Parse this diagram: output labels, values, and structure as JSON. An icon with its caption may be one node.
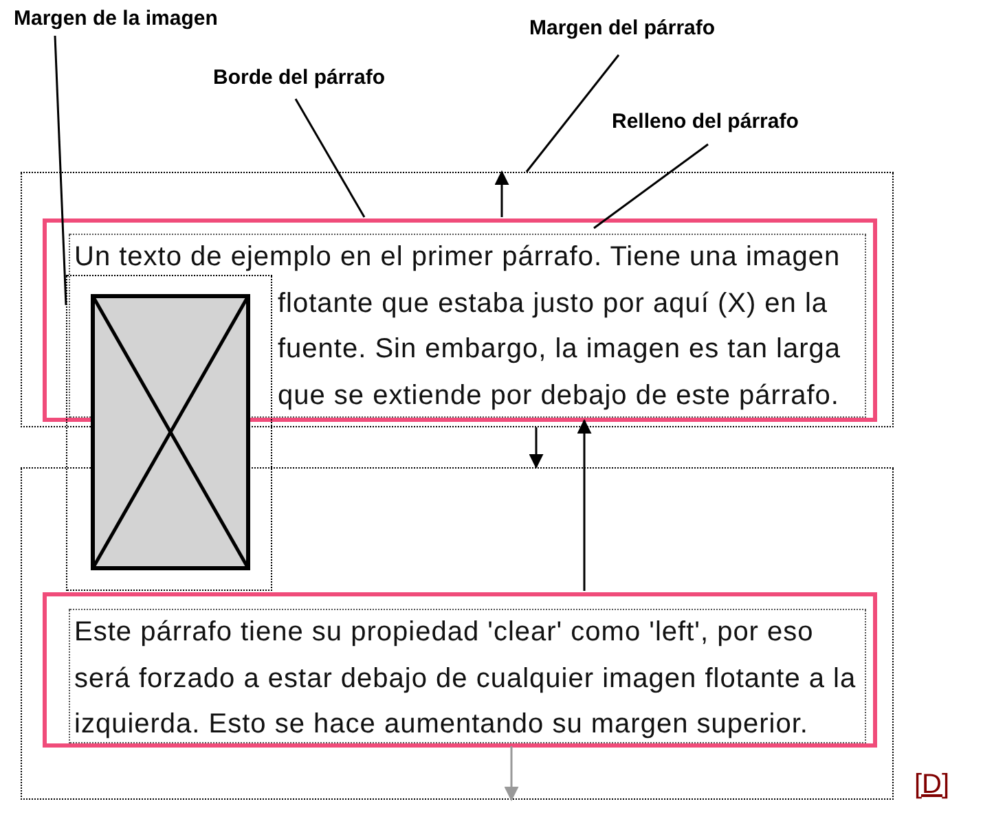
{
  "diagram": {
    "nodes": [
      {
        "text": [
          "Margen de la imagen"
        ]
      },
      {
        "text": [
          "Borde del párrafo"
        ]
      },
      {
        "text": [
          "Margen del párrafo"
        ]
      },
      {
        "text": [
          "Relleno del párrafo"
        ]
      },
      {
        "text": [],
        "shape": "box"
      },
      {
        "text": [],
        "shape": "box"
      },
      {
        "text": [],
        "shape": "box",
        "in": 5
      },
      {
        "text": [
          "Un texto de ejemplo en el primer párrafo. Tiene una imagen flotante que estaba justo por aquí (X) en la fuente. Sin embargo, la imagen es tan larga que se extiende por debajo de este párrafo."
        ],
        "in": 6
      },
      {
        "text": [],
        "shape": "box"
      },
      {
        "text": [],
        "shape": "box",
        "in": 8
      },
      {
        "text": [
          "Este párrafo tiene su propiedad 'clear' como 'left', por eso será forzado a estar debajo de cualquier imagen flotante a la izquierda. Esto se hace aumentando su margen superior."
        ],
        "in": 9
      }
    ],
    "edges": [
      {
        "from": 0,
        "to": 4,
        "arrow": "none"
      },
      {
        "from": 1,
        "to": 6,
        "arrow": "none"
      },
      {
        "from": 2,
        "to": 5,
        "arrow": "none"
      },
      {
        "from": 3,
        "to": 7,
        "arrow": "none"
      },
      {
        "from": 6,
        "to": 5,
        "arrow": "to"
      },
      {
        "from": 5,
        "to": 8,
        "arrow": "to"
      },
      {
        "from": 9,
        "to": 6,
        "arrow": "to"
      },
      {
        "from": 9,
        "to": 8,
        "arrow": "to",
        "color": "#999999"
      }
    ],
    "labels": [
      "[D]"
    ]
  }
}
